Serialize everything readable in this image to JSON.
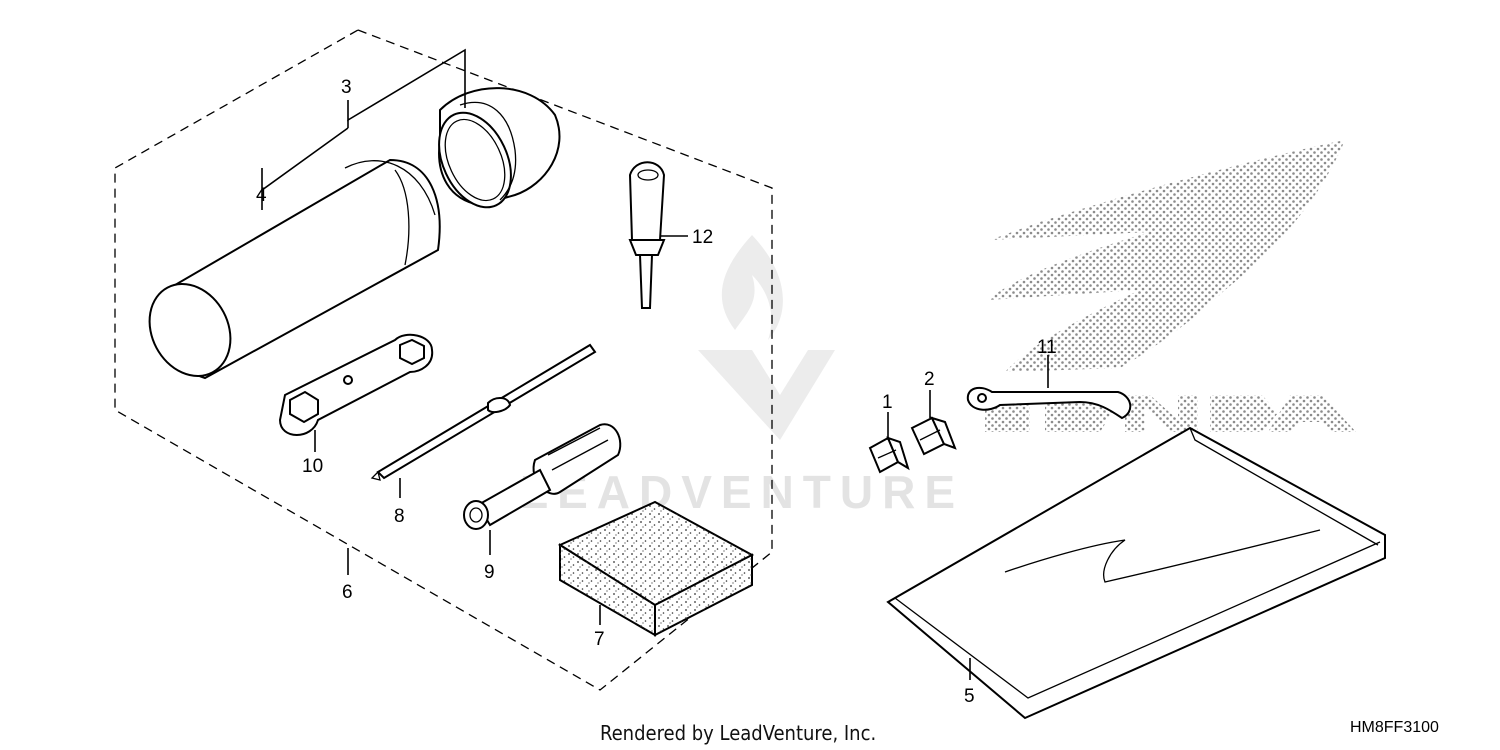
{
  "callouts": {
    "c1": "1",
    "c2": "2",
    "c3": "3",
    "c4": "4",
    "c5": "5",
    "c6": "6",
    "c7": "7",
    "c8": "8",
    "c9": "9",
    "c10": "10",
    "c11": "11",
    "c12": "12"
  },
  "watermark": {
    "text": "LEADVENTURE"
  },
  "footer": {
    "rendered_by": "Rendered by LeadVenture, Inc.",
    "diagram_code": "HM8FF3100"
  }
}
